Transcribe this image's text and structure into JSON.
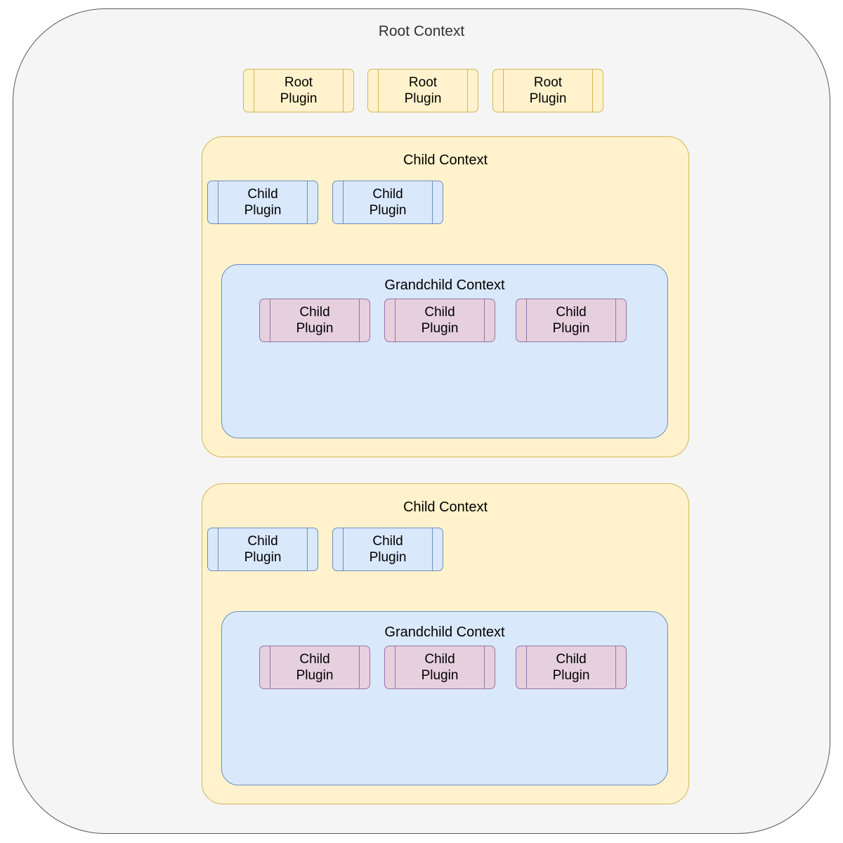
{
  "diagram": {
    "title": "Root Context",
    "root_context": {
      "label": "Root Context",
      "fill": "#f5f5f5",
      "stroke": "#595959",
      "plugins": [
        {
          "line1": "Root",
          "line2": "Plugin"
        },
        {
          "line1": "Root",
          "line2": "Plugin"
        },
        {
          "line1": "Root",
          "line2": "Plugin"
        }
      ],
      "plugin_fill": "#fff2cc",
      "plugin_stroke": "#d6b656",
      "children": [
        {
          "label": "Child Context",
          "fill": "#fff2cc",
          "stroke": "#d6b656",
          "plugins": [
            {
              "line1": "Child",
              "line2": "Plugin"
            },
            {
              "line1": "Child",
              "line2": "Plugin"
            }
          ],
          "plugin_fill": "#dae8fc",
          "plugin_stroke": "#6c8ebf",
          "grandchild": {
            "label": "Grandchild Context",
            "fill": "#dae8fc",
            "stroke": "#6c8ebf",
            "plugins": [
              {
                "line1": "Child",
                "line2": "Plugin"
              },
              {
                "line1": "Child",
                "line2": "Plugin"
              },
              {
                "line1": "Child",
                "line2": "Plugin"
              }
            ],
            "plugin_fill": "#e6d0de",
            "plugin_stroke": "#9673a6"
          }
        },
        {
          "label": "Child Context",
          "fill": "#fff2cc",
          "stroke": "#d6b656",
          "plugins": [
            {
              "line1": "Child",
              "line2": "Plugin"
            },
            {
              "line1": "Child",
              "line2": "Plugin"
            }
          ],
          "plugin_fill": "#dae8fc",
          "plugin_stroke": "#6c8ebf",
          "grandchild": {
            "label": "Grandchild Context",
            "fill": "#dae8fc",
            "stroke": "#6c8ebf",
            "plugins": [
              {
                "line1": "Child",
                "line2": "Plugin"
              },
              {
                "line1": "Child",
                "line2": "Plugin"
              },
              {
                "line1": "Child",
                "line2": "Plugin"
              }
            ],
            "plugin_fill": "#e6d0de",
            "plugin_stroke": "#9673a6"
          }
        }
      ]
    }
  }
}
